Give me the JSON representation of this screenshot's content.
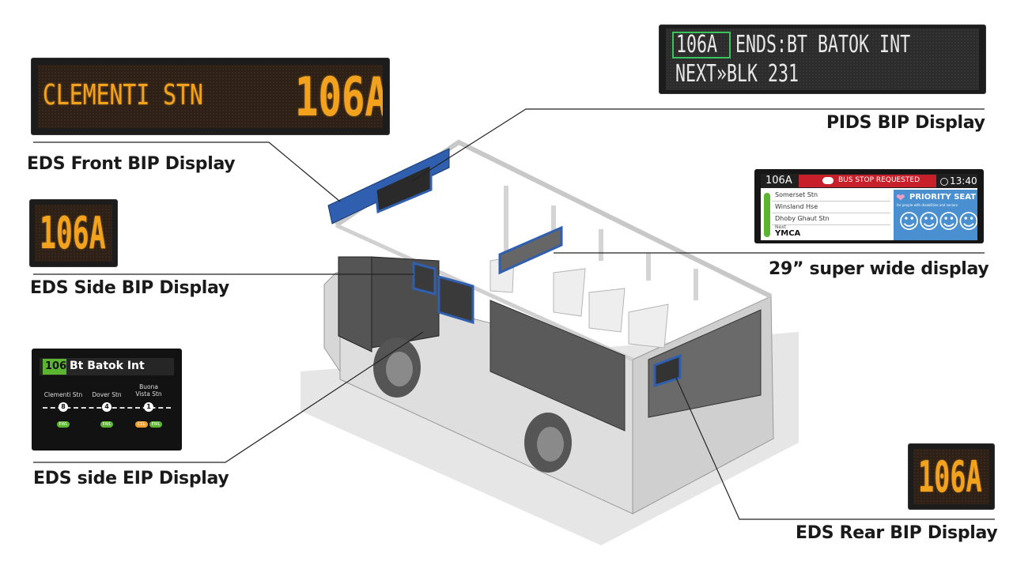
{
  "labels": {
    "eds_front": "EDS Front BIP Display",
    "eds_side_bip": "EDS Side BIP Display",
    "eds_side_eip": "EDS side EIP Display",
    "pids": "PIDS BIP Display",
    "super_wide": "29” super wide display",
    "eds_rear": "EDS Rear BIP Display"
  },
  "front_display": {
    "destination": "CLEMENTI STN",
    "route": "106A"
  },
  "side_display": {
    "route": "106A"
  },
  "rear_display": {
    "route": "106A"
  },
  "pids_display": {
    "route": "106A",
    "line1": "ENDS:BT BATOK INT",
    "line2": "NEXT»BLK 231"
  },
  "super_wide_display": {
    "route": "106A",
    "banner": "BUS STOP REQUESTED",
    "time": "13:40",
    "stops": [
      "Somerset Stn",
      "Winsland Hse",
      "Dhoby Ghaut Stn"
    ],
    "next_label": "Next",
    "next_stop": "YMCA",
    "priority_title": "PRIORITY SEAT",
    "priority_sub": "for people with disabilities and seniors"
  },
  "eip_display": {
    "route": "106",
    "destination": "Bt Batok Int",
    "stops": [
      {
        "name": "Clementi Stn",
        "number": "8",
        "badges": [
          "EWL"
        ]
      },
      {
        "name": "Dover Stn",
        "number": "4",
        "badges": [
          "EWL"
        ]
      },
      {
        "name": "Buona\nVista Stn",
        "number": "1",
        "badges": [
          "CCL",
          "EWL"
        ]
      }
    ]
  },
  "colors": {
    "led_amber": "#f3a21e",
    "highlight_blue": "#2f5fae",
    "priority_blue": "#4a90d0",
    "banner_red": "#c8202a",
    "route_green": "#5cb531"
  }
}
